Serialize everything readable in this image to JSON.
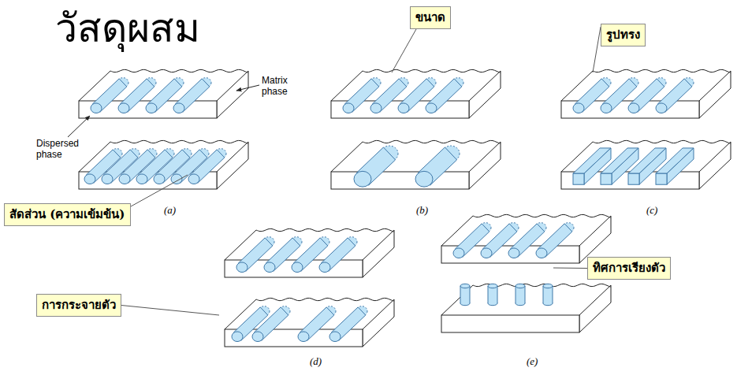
{
  "diagram": {
    "title": "วัสดุผสม",
    "nodes": [
      {
        "text": [
          "ขนาด"
        ]
      },
      {
        "text": [
          "รูปทรง"
        ]
      },
      {
        "text": [
          "สัดส่วน (ความเข้มข้น)"
        ]
      },
      {
        "text": [
          "การกระจายตัว"
        ]
      },
      {
        "text": [
          "ทิศการเรียงตัว"
        ]
      }
    ],
    "labels": [
      "Dispersed phase",
      "Matrix phase",
      "(a)",
      "(b)",
      "(c)",
      "(d)",
      "(e)"
    ]
  }
}
